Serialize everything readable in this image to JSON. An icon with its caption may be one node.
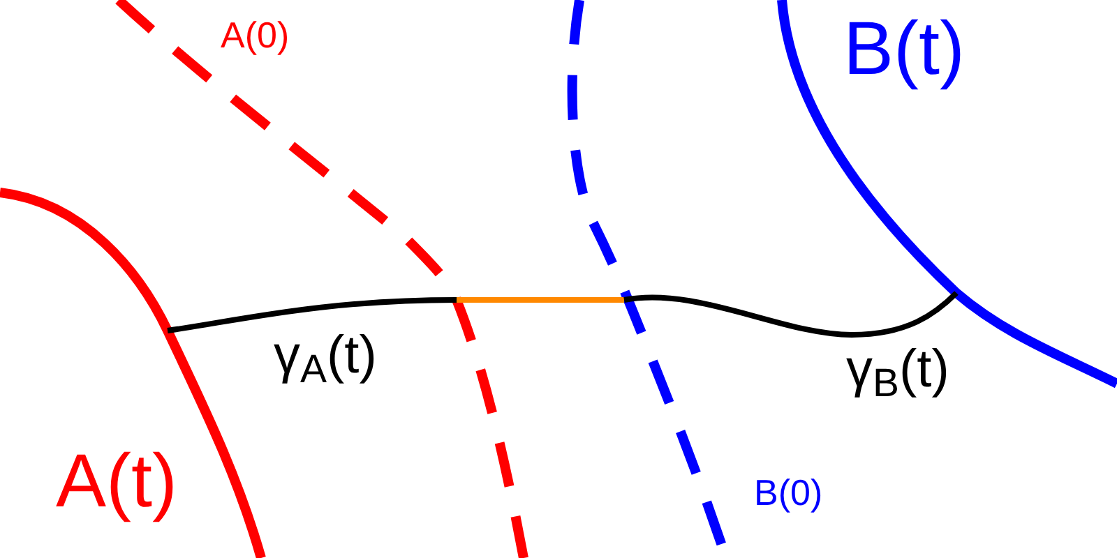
{
  "diagram": {
    "labels": [
      "A(0)",
      "B(t)",
      "A(t)",
      "B(0)",
      "γ$_{A}$(t)",
      "γ$_{B}$(t)"
    ]
  }
}
